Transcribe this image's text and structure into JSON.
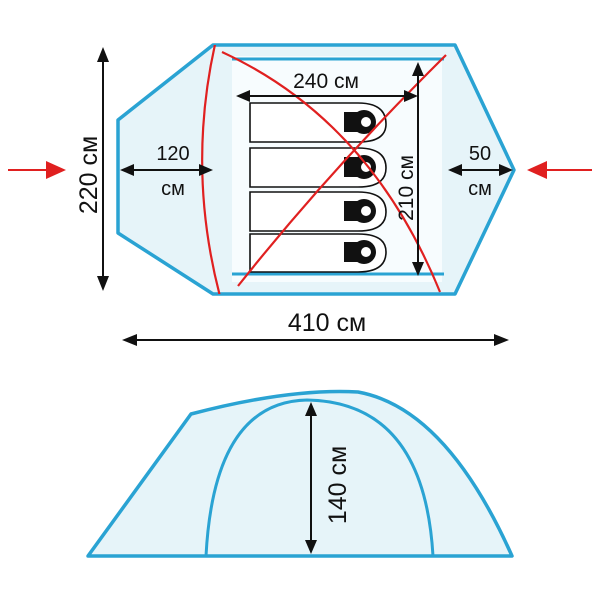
{
  "colors": {
    "tent_outline": "#2aa3d3",
    "tent_fill": "#e6f4f9",
    "poles_and_entrance_arrows": "#e02020",
    "dimension_lines": "#111111"
  },
  "top_view": {
    "total_length_label": "410 см",
    "total_width_label": "220 см",
    "inner_length_label": "240 см",
    "inner_width_label": "210 см",
    "vestibule_left_value": "120",
    "vestibule_left_unit": "см",
    "vestibule_right_value": "50",
    "vestibule_right_unit": "см",
    "sleeping_places": 4
  },
  "side_view": {
    "height_label": "140 см"
  }
}
